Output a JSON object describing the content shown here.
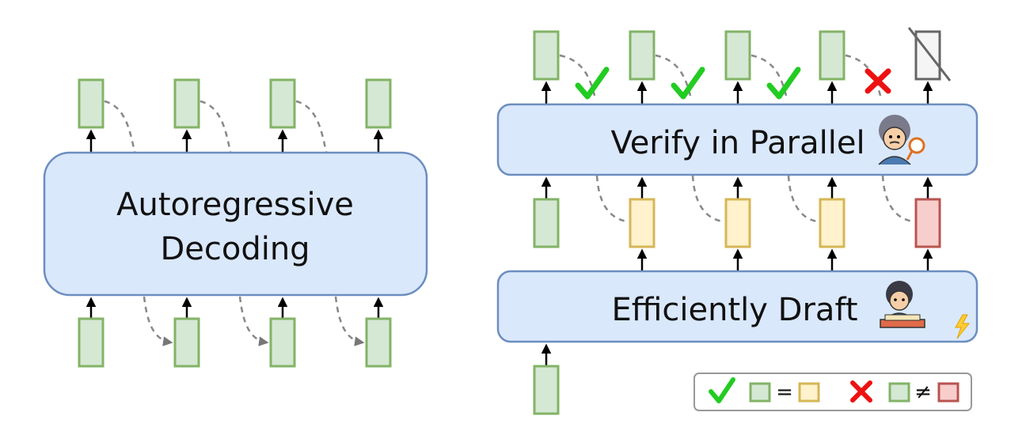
{
  "left_panel": {
    "label_line1": "Autoregressive",
    "label_line2": "Decoding"
  },
  "right_panel": {
    "verify_label": "Verify in Parallel",
    "draft_label": "Efficiently Draft",
    "verify_results": [
      "accept",
      "accept",
      "accept",
      "reject"
    ]
  },
  "legend": {
    "equal_symbol": "=",
    "not_equal_symbol": "≠"
  },
  "colors": {
    "green_fill": "#d5e8d4",
    "green_stroke": "#82b366",
    "yellow_fill": "#fff2cc",
    "yellow_stroke": "#d6b656",
    "red_fill": "#f8cecc",
    "red_stroke": "#b85450",
    "module_fill": "#dae8fc",
    "module_stroke": "#6c8ebf",
    "check": "#22cc22",
    "cross": "#ee1111"
  }
}
